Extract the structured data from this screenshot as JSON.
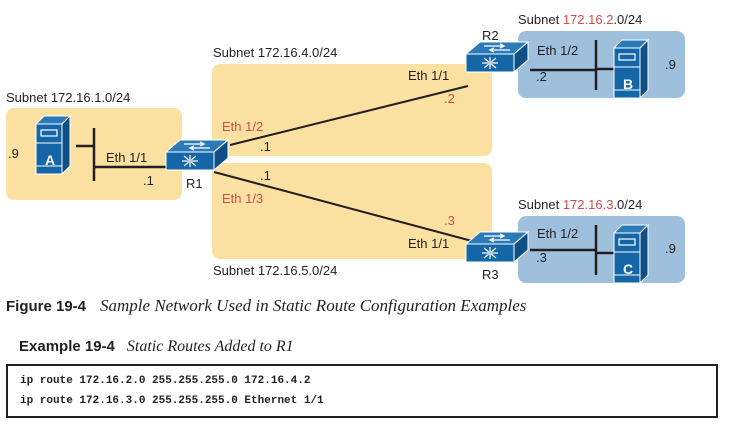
{
  "diagram": {
    "subnets": [
      {
        "id": "subnet-1",
        "prefix": "Subnet ",
        "highlight": "",
        "text": "172.16.1.0/24"
      },
      {
        "id": "subnet-4",
        "prefix": "Subnet ",
        "highlight": "",
        "text": "172.16.4.0/24"
      },
      {
        "id": "subnet-5",
        "prefix": "Subnet ",
        "highlight": "",
        "text": "172.16.5.0/24"
      },
      {
        "id": "subnet-2",
        "prefix": "Subnet ",
        "highlight": "172.16.2",
        "text": ".0/24"
      },
      {
        "id": "subnet-3",
        "prefix": "Subnet ",
        "highlight": "172.16.3",
        "text": ".0/24"
      }
    ],
    "routers": {
      "r1": "R1",
      "r2": "R2",
      "r3": "R3"
    },
    "hosts": {
      "a": "A",
      "b": "B",
      "c": "C"
    },
    "interfaces": {
      "r1_e11": "Eth 1/1",
      "r1_e11_ip": ".1",
      "r1_e12": "Eth 1/2",
      "r1_e12_ip": ".1",
      "r1_e13": "Eth 1/3",
      "r1_e13_ip": ".1",
      "r2_e11": "Eth 1/1",
      "r2_e11_ip": ".2",
      "r2_e12": "Eth 1/2",
      "r2_e12_ip": ".2",
      "r3_e11": "Eth 1/1",
      "r3_e11_ip": ".3",
      "r3_e12": "Eth 1/2",
      "r3_e12_ip": ".3",
      "a_ip": ".9",
      "b_ip": ".9",
      "c_ip": ".9"
    },
    "colors": {
      "subnet_yellow": "#fbe1a1",
      "subnet_blue": "#9ec0dc",
      "device_blue": "#1466a6",
      "device_dark": "#0e4f85",
      "accent_red": "#d14b4b"
    }
  },
  "figure": {
    "number": "Figure 19-4",
    "title": "Sample Network Used in Static Route Configuration Examples"
  },
  "example": {
    "number": "Example 19-4",
    "title": "Static Routes Added to R1",
    "code": [
      "ip route 172.16.2.0 255.255.255.0 172.16.4.2",
      "ip route 172.16.3.0 255.255.255.0 Ethernet 1/1"
    ]
  }
}
